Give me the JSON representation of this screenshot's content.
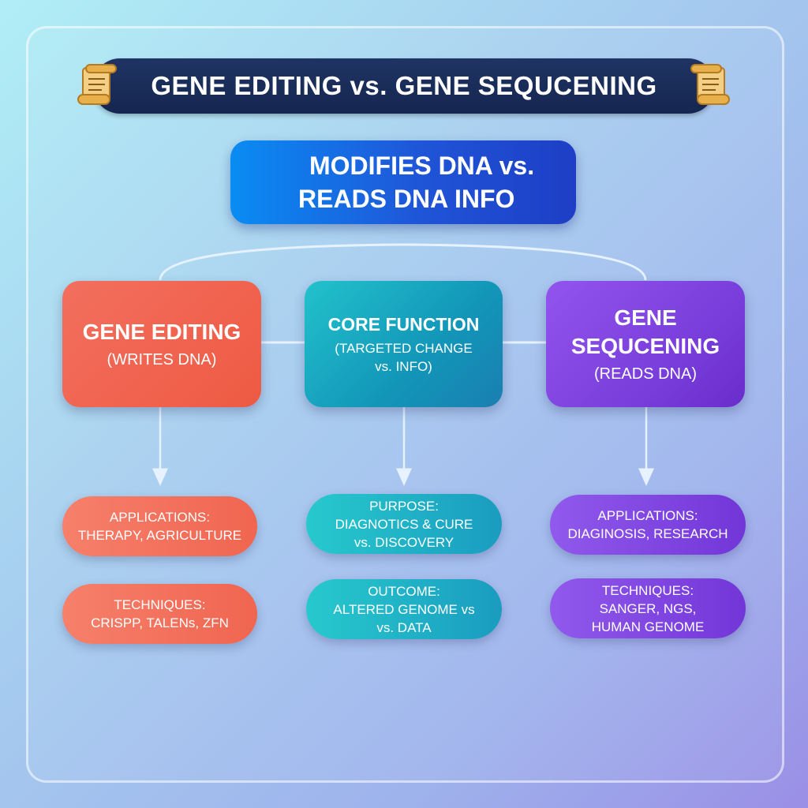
{
  "header": {
    "title": "GENE EDITING vs. GENE SEQUCENING"
  },
  "summary": {
    "line1": "MODIFIES DNA vs.",
    "line2": "READS DNA INFO"
  },
  "cards": {
    "editing": {
      "title": "GENE EDITING",
      "subtitle": "(WRITES DNA)"
    },
    "core": {
      "title": "CORE FUNCTION",
      "subtitle_line1": "(TARGETED CHANGE",
      "subtitle_line2": "vs. INFO)"
    },
    "sequencing": {
      "title": "GENE SEQUCENING",
      "subtitle": "(READS DNA)"
    }
  },
  "details": {
    "editing_applications": {
      "line1": "APPLICATIONS:",
      "line2": "THERAPY, AGRICULTURE"
    },
    "editing_techniques": {
      "line1": "TECHNIQUES:",
      "line2": "CRISPP, TALENs, ZFN"
    },
    "core_purpose": {
      "line1": "PURPOSE:",
      "line2": "DIAGNOTICS & CURE",
      "line3": "vs. DISCOVERY"
    },
    "core_outcome": {
      "line1": "OUTCOME:",
      "line2": "ALTERED GENOME vs",
      "line3": "vs. DATA"
    },
    "sequencing_applications": {
      "line1": "APPLICATIONS:",
      "line2": "DIAGINOSIS, RESEARCH"
    },
    "sequencing_techniques": {
      "line1": "TECHNIQUES:",
      "line2": "SANGER, NGS,",
      "line3": "HUMAN GENOME"
    }
  },
  "colors": {
    "banner": "#15264f",
    "summary": "#1f55d8",
    "editing": "#ee5a43",
    "core": "#1296b8",
    "sequencing": "#7a3fdc",
    "connector": "#e6f2ff",
    "scroll": "#e8b04a"
  },
  "icons": {
    "banner_left": "scroll-icon",
    "banner_right": "scroll-icon"
  }
}
